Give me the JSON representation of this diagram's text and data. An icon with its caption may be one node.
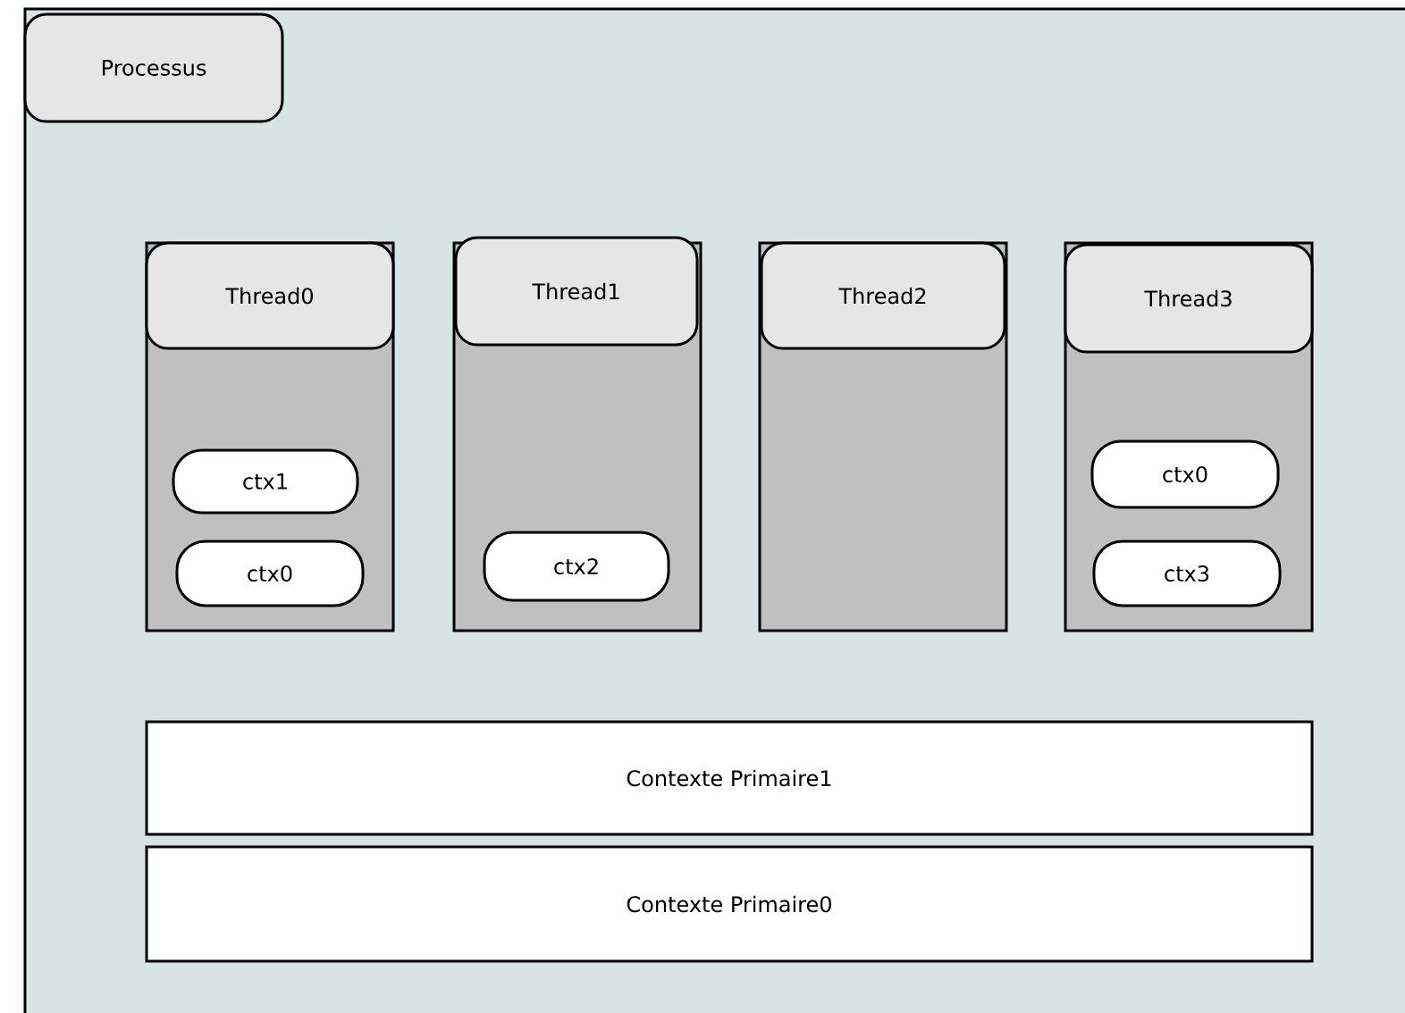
{
  "diagram": {
    "nodes": [
      {
        "text": [
          "Processus"
        ]
      },
      {
        "text": [
          "Thread0"
        ],
        "in": 0
      },
      {
        "text": [
          "ctx1"
        ],
        "in": 1
      },
      {
        "text": [
          "ctx0"
        ],
        "in": 1
      },
      {
        "text": [
          "Thread1"
        ],
        "in": 0
      },
      {
        "text": [
          "ctx2"
        ],
        "in": 4
      },
      {
        "text": [
          "Thread2"
        ],
        "in": 0
      },
      {
        "text": [
          "Thread3"
        ],
        "in": 0
      },
      {
        "text": [
          "ctx0"
        ],
        "in": 7
      },
      {
        "text": [
          "ctx3"
        ],
        "in": 7
      },
      {
        "text": [
          "Contexte Primaire1"
        ],
        "in": 0
      },
      {
        "text": [
          "Contexte Primaire0"
        ],
        "in": 0
      }
    ]
  }
}
